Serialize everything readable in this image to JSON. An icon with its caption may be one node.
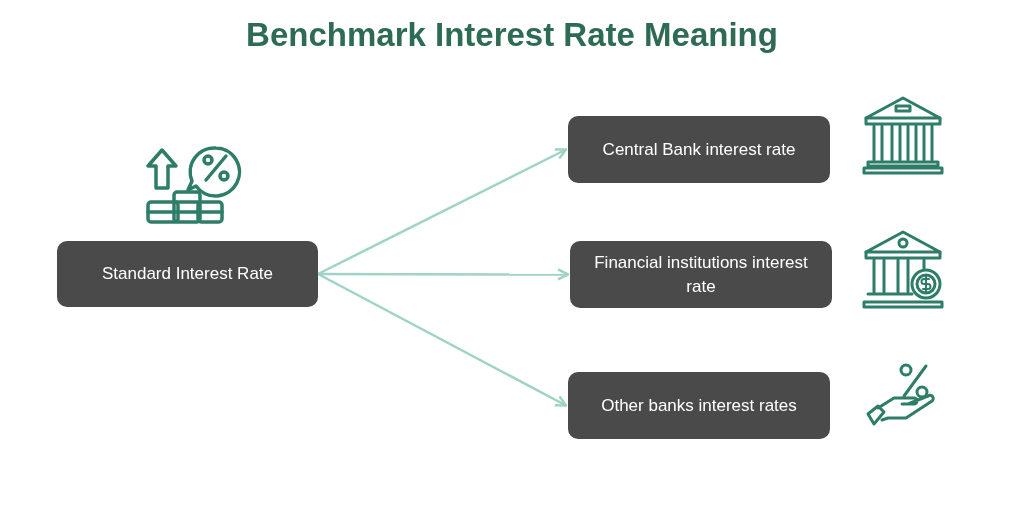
{
  "diagram": {
    "title": "Benchmark Interest Rate Meaning",
    "nodes": [
      {
        "text": [
          "Standard Interest Rate"
        ]
      },
      {
        "text": [
          "Central Bank interest rate"
        ]
      },
      {
        "text": [
          "Financial institutions interest rate"
        ]
      },
      {
        "text": [
          "Other banks interest rates"
        ]
      }
    ],
    "edges": [
      {
        "from": 0,
        "to": 1,
        "arrow": "to"
      },
      {
        "from": 0,
        "to": 2,
        "arrow": "to"
      },
      {
        "from": 0,
        "to": 3,
        "arrow": "to"
      }
    ]
  }
}
